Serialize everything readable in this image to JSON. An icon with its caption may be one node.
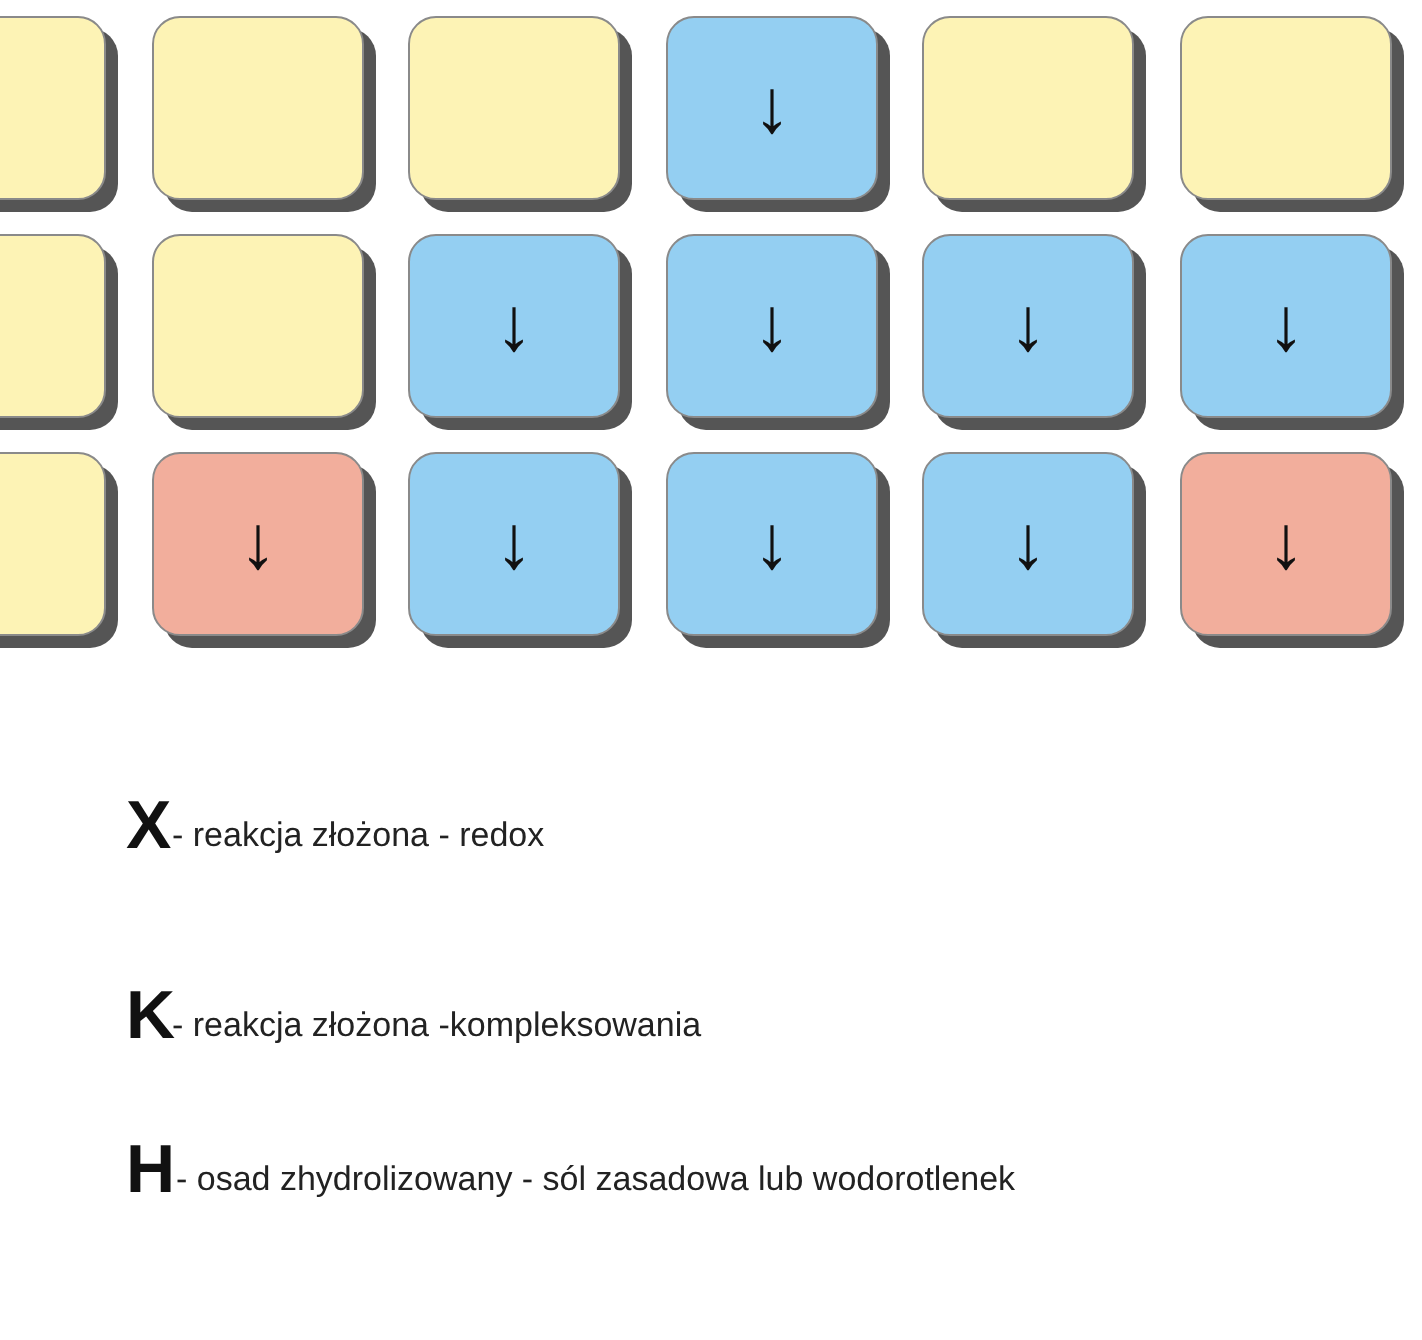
{
  "diagram": {
    "nodes": [
      {
        "text": [],
        "shape": "box"
      },
      {
        "text": [],
        "shape": "box"
      },
      {
        "text": [],
        "shape": "box"
      },
      {
        "text": [
          "↓"
        ]
      },
      {
        "text": [],
        "shape": "box"
      },
      {
        "text": [],
        "shape": "box"
      },
      {
        "text": [],
        "shape": "box"
      },
      {
        "text": [],
        "shape": "box"
      },
      {
        "text": [
          "↓"
        ]
      },
      {
        "text": [
          "↓"
        ]
      },
      {
        "text": [
          "↓"
        ]
      },
      {
        "text": [
          "↓"
        ]
      },
      {
        "text": [],
        "shape": "box"
      },
      {
        "text": [
          "↓"
        ]
      },
      {
        "text": [
          "↓"
        ]
      },
      {
        "text": [
          "↓"
        ]
      },
      {
        "text": [
          "↓"
        ]
      },
      {
        "text": [
          "↓"
        ]
      }
    ],
    "edges": [],
    "labels": [
      "X",
      "- reakcja złożona - redox",
      "K",
      "- reakcja złożona -kompleksowania",
      "H",
      "- osad zhydrolizowany - sól zasadowa lub wodorotlenek"
    ]
  }
}
